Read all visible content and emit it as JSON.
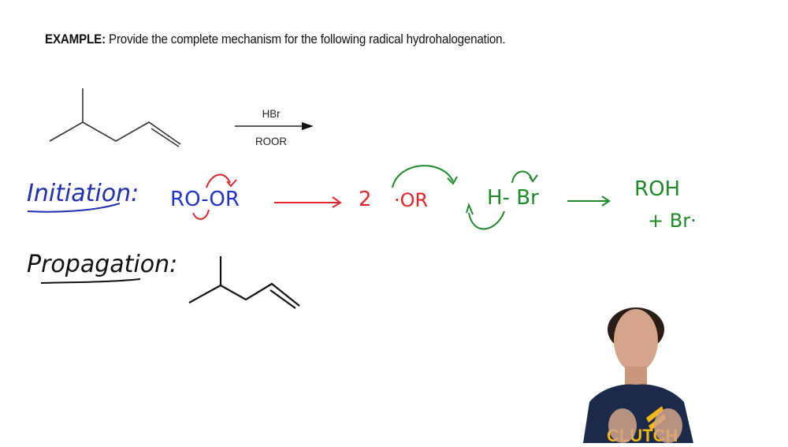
{
  "header": {
    "label": "EXAMPLE:",
    "text": " Provide the complete mechanism for the following radical hydrohalogenation."
  },
  "reaction": {
    "reagent_top": "HBr",
    "reagent_bottom": "ROOR",
    "starting_material": "4-methyl-1-pentene (skeletal)"
  },
  "initiation": {
    "label": "Initiation:",
    "reactant": "RO-OR",
    "product_coef": "2",
    "product": "·OR",
    "hbr": "H- Br",
    "products": [
      "ROH",
      "+ Br·"
    ],
    "colors": {
      "label": "#1f2fb0",
      "peroxide": "#2233cc",
      "arrow_red": "#e0262b",
      "green": "#1f8a2a"
    }
  },
  "propagation": {
    "label": "Propagation:",
    "color": "#111111"
  },
  "presenter": {
    "shirt_text": "CLUTCH",
    "shirt_color": "#1b2a4a",
    "logo_color": "#f2b712"
  }
}
